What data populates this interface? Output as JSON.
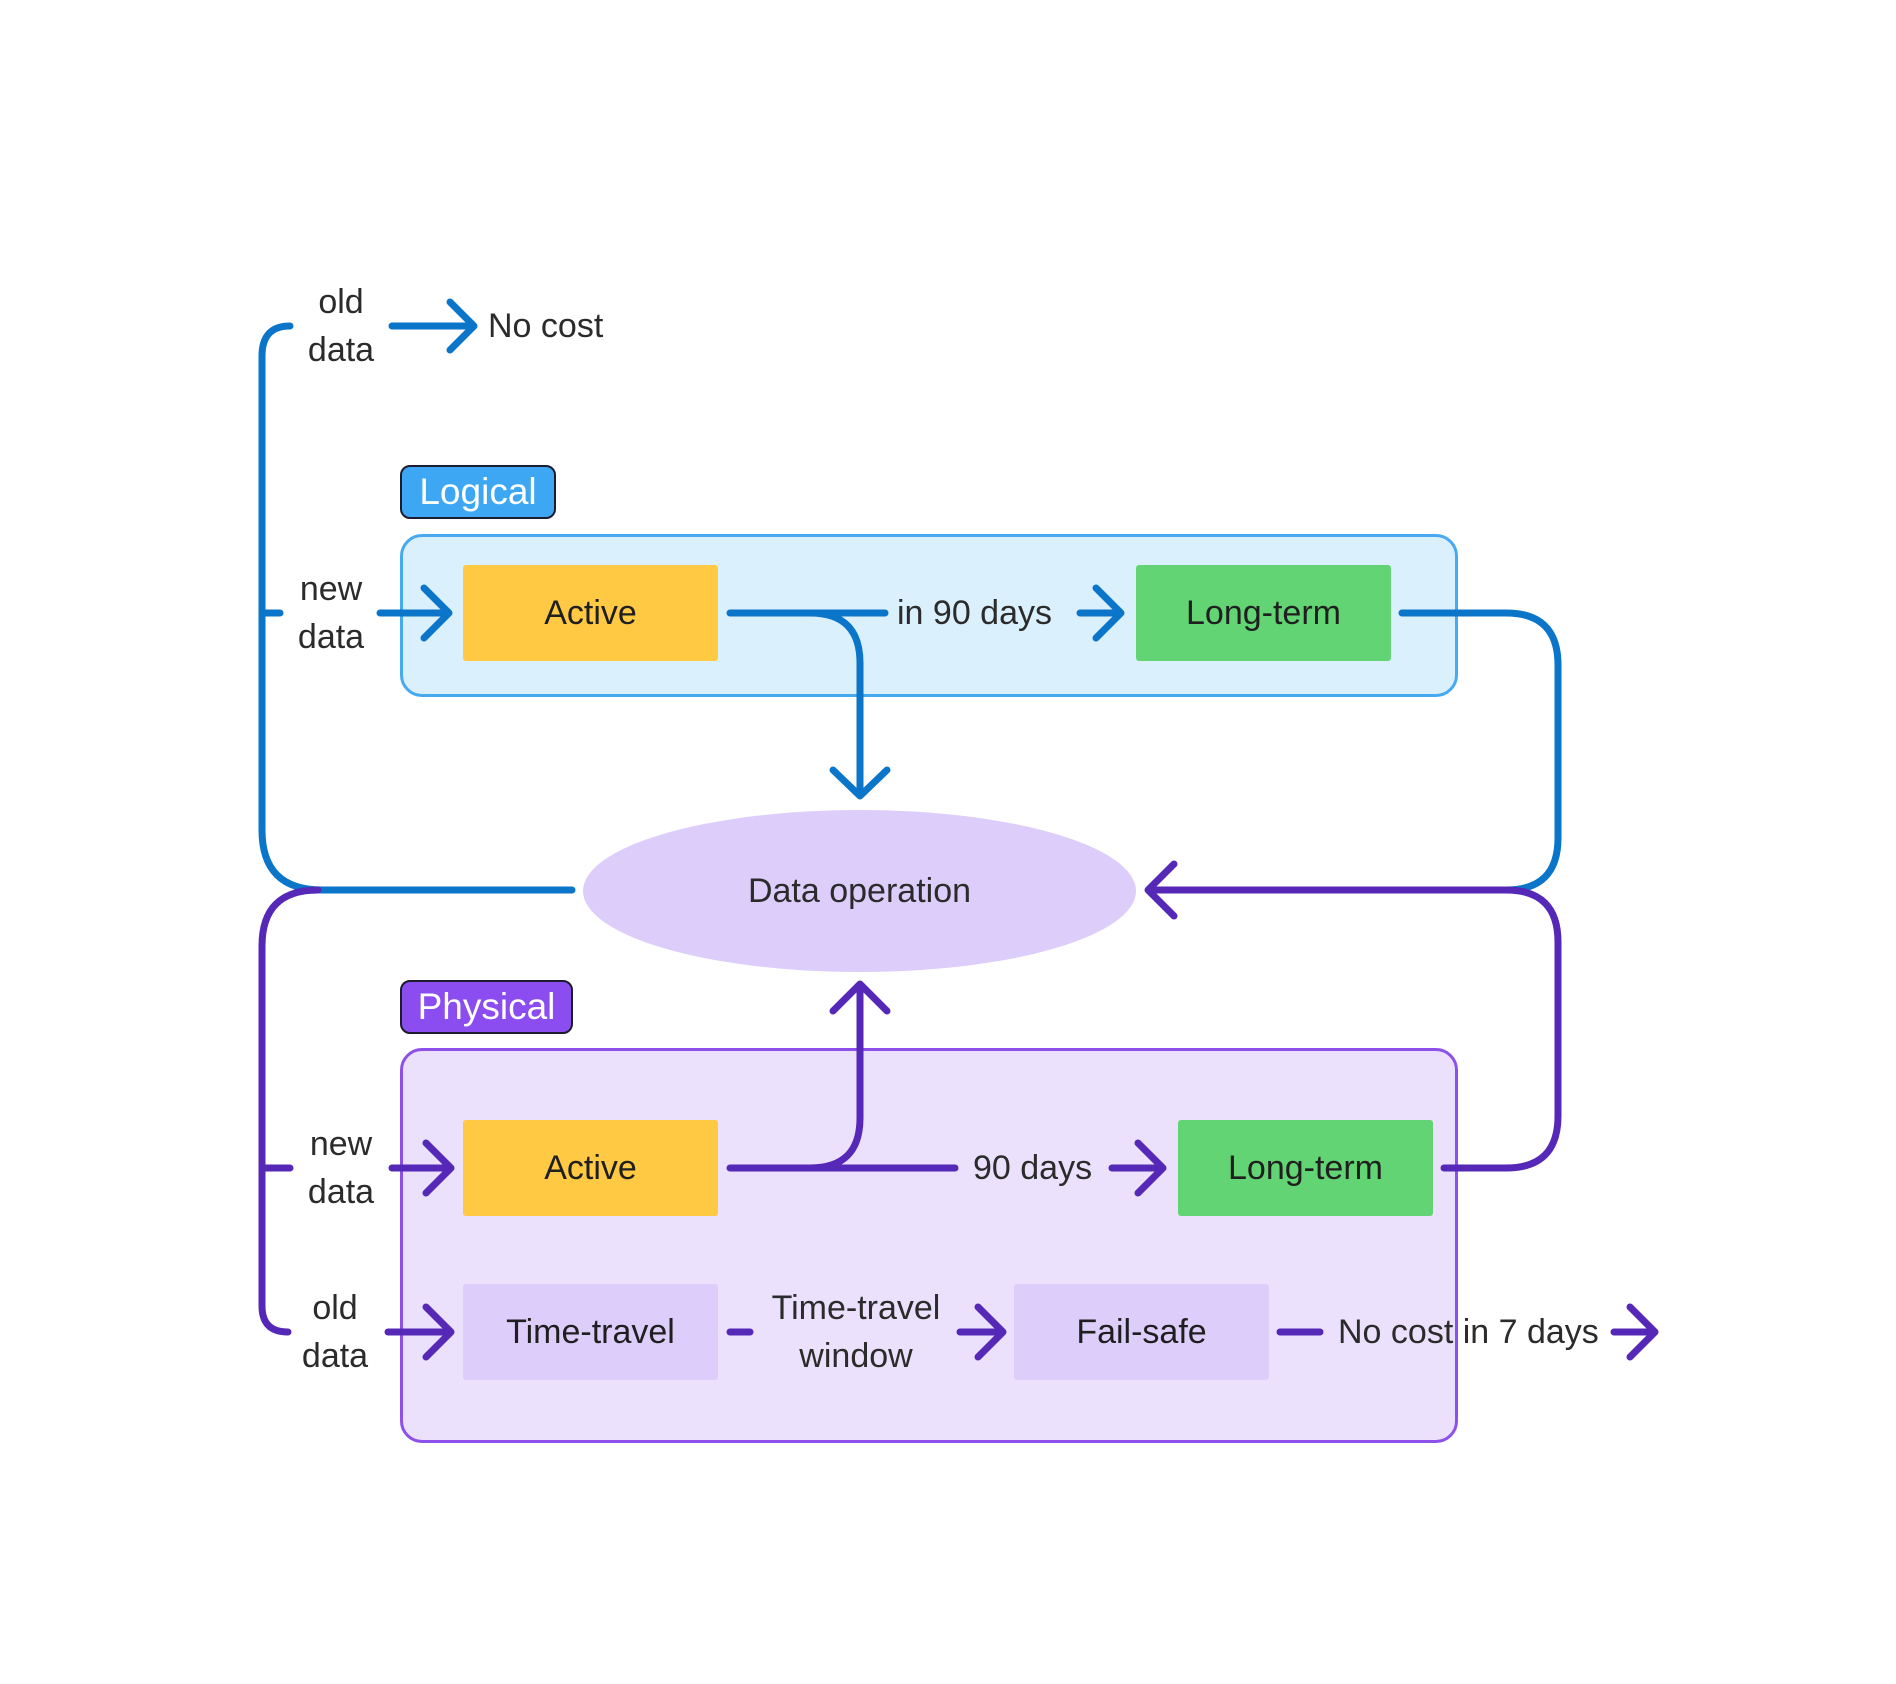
{
  "colors": {
    "logical_line": "#0b75c9",
    "physical_line": "#5528b7",
    "logical_panel_fill": "#daf0fd",
    "logical_panel_border": "#47a9ef",
    "physical_panel_fill": "#ebe1fd",
    "physical_panel_border": "#8e50ea",
    "logical_badge": "#3ea7f3",
    "physical_badge": "#8b4cf0",
    "active_fill": "#ffc944",
    "longterm_fill": "#63d474",
    "lilac_box_fill": "#dccdfb",
    "ellipse_fill": "#dccdfb"
  },
  "top": {
    "old_data": [
      "old",
      "data"
    ],
    "no_cost": "No cost"
  },
  "logical": {
    "badge": "Logical",
    "new_data": [
      "new",
      "data"
    ],
    "active": "Active",
    "in_90_days": "in 90 days",
    "long_term": "Long-term"
  },
  "center": {
    "data_operation": "Data operation"
  },
  "physical": {
    "badge": "Physical",
    "new_data": [
      "new",
      "data"
    ],
    "active": "Active",
    "days_90": "90 days",
    "long_term": "Long-term",
    "old_data": [
      "old",
      "data"
    ],
    "time_travel": "Time-travel",
    "time_travel_window": [
      "Time-travel",
      "window"
    ],
    "fail_safe": "Fail-safe",
    "no_cost_7_days": "No cost in 7 days"
  }
}
